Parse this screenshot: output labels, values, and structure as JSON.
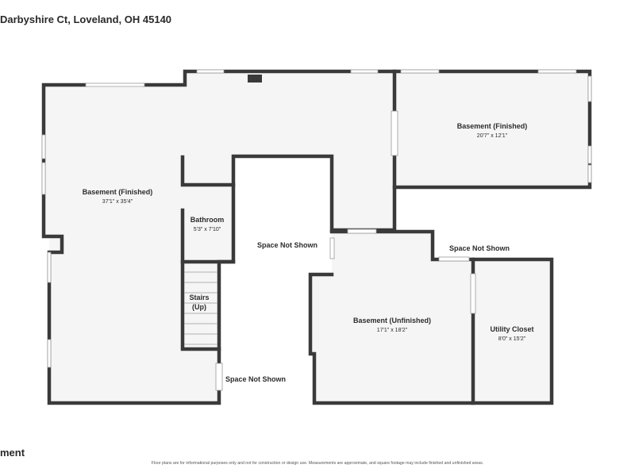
{
  "header": {
    "address": "Darbyshire Ct, Loveland, OH 45140"
  },
  "footer": {
    "level": "ment",
    "disclaimer": "Floor plans are for informational purposes only and not for construction or design use. Measurements are approximate, and square footage may include finished and unfinished areas."
  },
  "rooms": {
    "basement_finished_main": {
      "name": "Basement (Finished)",
      "dims": "37'1\" x 35'4\""
    },
    "basement_finished_side": {
      "name": "Basement (Finished)",
      "dims": "20'7\" x 12'1\""
    },
    "bathroom": {
      "name": "Bathroom",
      "dims": "5'3\" x 7'10\""
    },
    "stairs": {
      "line1": "Stairs",
      "line2": "(Up)"
    },
    "space_not_shown_center": {
      "name": "Space Not Shown"
    },
    "space_not_shown_right": {
      "name": "Space Not Shown"
    },
    "space_not_shown_bottom": {
      "name": "Space Not Shown"
    },
    "basement_unfinished": {
      "name": "Basement (Unfinished)",
      "dims": "17'1\" x 18'2\""
    },
    "utility_closet": {
      "name": "Utility Closet",
      "dims": "8'0\" x 15'2\""
    }
  }
}
